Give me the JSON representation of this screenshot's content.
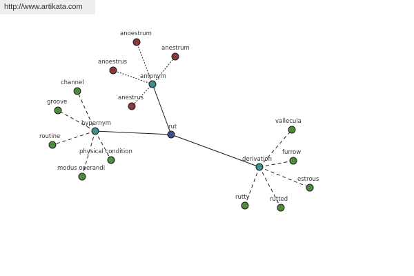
{
  "banner": {
    "url": "http://www.artikata.com"
  },
  "colors": {
    "center": "#3d4f8f",
    "hub": "#3f8f8f",
    "antonym_leaf": "#8b3a3a",
    "leaf": "#4c8c3c",
    "stroke": "#1a1a1a"
  },
  "graph": {
    "center": {
      "id": "rut",
      "label": "rut"
    },
    "hubs": [
      {
        "id": "antonym",
        "label": "antonym",
        "leaves": [
          "anoestrum",
          "anestrum",
          "anoestrus",
          "anestrus"
        ]
      },
      {
        "id": "hypernym",
        "label": "hypernym",
        "leaves": [
          "channel",
          "groove",
          "routine",
          "physical condition",
          "modus operandi"
        ]
      },
      {
        "id": "derivation",
        "label": "derivation",
        "leaves": [
          "vallecula",
          "furrow",
          "estrous",
          "rutty",
          "rutted"
        ]
      }
    ]
  }
}
